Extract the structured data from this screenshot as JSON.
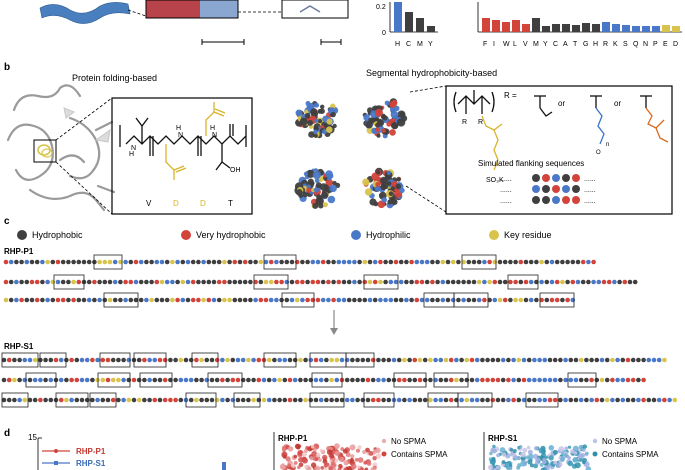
{
  "panel_labels": {
    "b": "b",
    "c": "c",
    "d": "d"
  },
  "panel_b": {
    "left_title": "Protein folding-based",
    "right_title": "Segmental hydrophobicity-based",
    "residues": [
      "V",
      "D",
      "D",
      "T"
    ],
    "structure": {
      "oh": "OH",
      "h": "H",
      "n": "N",
      "so3k": "SO₃K"
    },
    "formula": {
      "r_equals": "R =",
      "r_left": "R",
      "r_right": "R",
      "or": "or",
      "n": "n",
      "o": "O"
    },
    "flanking_caption": "Simulated flanking sequences",
    "dots": "......"
  },
  "legend_c": {
    "items": [
      {
        "label": "Hydrophobic",
        "color": "#3f3f3f"
      },
      {
        "label": "Very hydrophobic",
        "color": "#d2433a"
      },
      {
        "label": "Hydrophilic",
        "color": "#4a78c8"
      },
      {
        "label": "Key residue",
        "color": "#d8c44c"
      }
    ]
  },
  "sequences": {
    "p1_label": "RHP-P1",
    "s1_label": "RHP-S1"
  },
  "top_bars": {
    "left_ticks": [
      "0.2",
      "0"
    ],
    "left_categories": [
      "H",
      "C",
      "M",
      "Y"
    ],
    "right_categories": [
      "F",
      "I",
      "W",
      "L",
      "V",
      "M",
      "Y",
      "C",
      "A",
      "T",
      "G",
      "H",
      "R",
      "K",
      "S",
      "Q",
      "N",
      "P",
      "E",
      "D"
    ]
  },
  "panel_d": {
    "ytick": "15",
    "legend": [
      "RHP-P1",
      "RHP-S1"
    ],
    "plot1_title": "RHP-P1",
    "plot2_title": "RHP-S1",
    "no_spma": "No SPMA",
    "contains_spma": "Contains SPMA"
  },
  "colors": {
    "hydrophobic": "#3f3f3f",
    "very_hydrophobic": "#d2433a",
    "hydrophilic": "#4a78c8",
    "key": "#d8c44c",
    "key_text": "#d8b42a",
    "orange": "#d86a1e",
    "blue_text": "#3a73c4"
  }
}
